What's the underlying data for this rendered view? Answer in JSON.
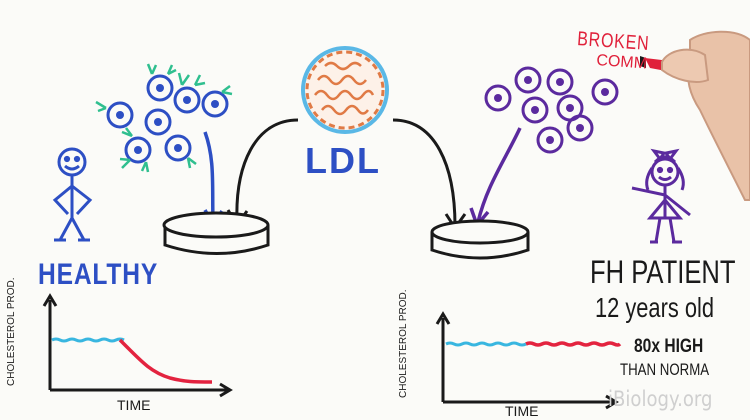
{
  "labels": {
    "ldl": "LDL",
    "healthy": "HEALTHY",
    "fh_patient": "FH PATIENT",
    "age": "12 years old",
    "broken": "BROKEN",
    "comm": "COMM",
    "ylabel_left": "CHOLESTEROL PROD.",
    "ylabel_right": "CHOLESTEROL PROD.",
    "xlabel_left": "TIME",
    "xlabel_right": "TIME",
    "higher_1": "80x HIGH",
    "higher_2": "THAN NORMA",
    "watermark": "iBiology.org"
  },
  "colors": {
    "healthy_blue": "#2d4fc4",
    "receptor_green": "#2fbf8f",
    "fh_purple": "#5b2a9e",
    "ldl_orange": "#e07a45",
    "ldl_edge": "#5ab8e6",
    "curve_cyan": "#38b6e0",
    "curve_red": "#e3233f",
    "marker_black": "#1a1a1a"
  }
}
